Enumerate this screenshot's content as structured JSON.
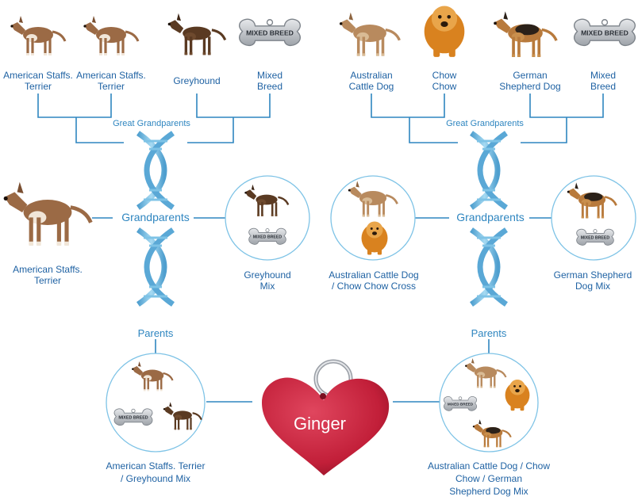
{
  "colors": {
    "accent": "#2f86c0",
    "label": "#1f62a3",
    "line": "#2f86c0",
    "helix": "#7ec3e6",
    "heart": "#c4203a",
    "tag": "#b8bcc2"
  },
  "great_grandparents": {
    "heading_left": "Great Grandparents",
    "heading_right": "Great Grandparents",
    "items": [
      {
        "line1": "American Staffs.",
        "line2": "Terrier",
        "icon": "staffy-dog-icon"
      },
      {
        "line1": "American Staffs.",
        "line2": "Terrier",
        "icon": "staffy-dog-icon"
      },
      {
        "line1": "Greyhound",
        "line2": "",
        "icon": "greyhound-dog-icon"
      },
      {
        "line1": "Mixed",
        "line2": "Breed",
        "icon": "mixed-breed-tag-icon"
      },
      {
        "line1": "Australian",
        "line2": "Cattle Dog",
        "icon": "cattle-dog-icon"
      },
      {
        "line1": "Chow",
        "line2": "Chow",
        "icon": "chow-chow-dog-icon"
      },
      {
        "line1": "German",
        "line2": "Shepherd Dog",
        "icon": "german-shepherd-dog-icon"
      },
      {
        "line1": "Mixed",
        "line2": "Breed",
        "icon": "mixed-breed-tag-icon"
      }
    ],
    "tag_text": "MIXED BREED"
  },
  "grandparents": {
    "heading_left": "Grandparents",
    "heading_right": "Grandparents",
    "items": [
      {
        "line1": "American Staffs.",
        "line2": "Terrier"
      },
      {
        "line1": "Greyhound",
        "line2": "Mix"
      },
      {
        "line1": "Australian Cattle Dog",
        "line2": "/ Chow Chow Cross"
      },
      {
        "line1": "German Shepherd",
        "line2": "Dog Mix"
      }
    ],
    "tag_text": "MIXED BREED"
  },
  "parents": {
    "heading_left": "Parents",
    "heading_right": "Parents",
    "left": {
      "line1": "American Staffs. Terrier",
      "line2": "/ Greyhound Mix"
    },
    "right": {
      "line1": "Australian Cattle Dog / Chow",
      "line2": "Chow / German",
      "line3": "Shepherd Dog Mix"
    },
    "tag_text": "MIXED BREED"
  },
  "dog": {
    "name": "Ginger"
  }
}
